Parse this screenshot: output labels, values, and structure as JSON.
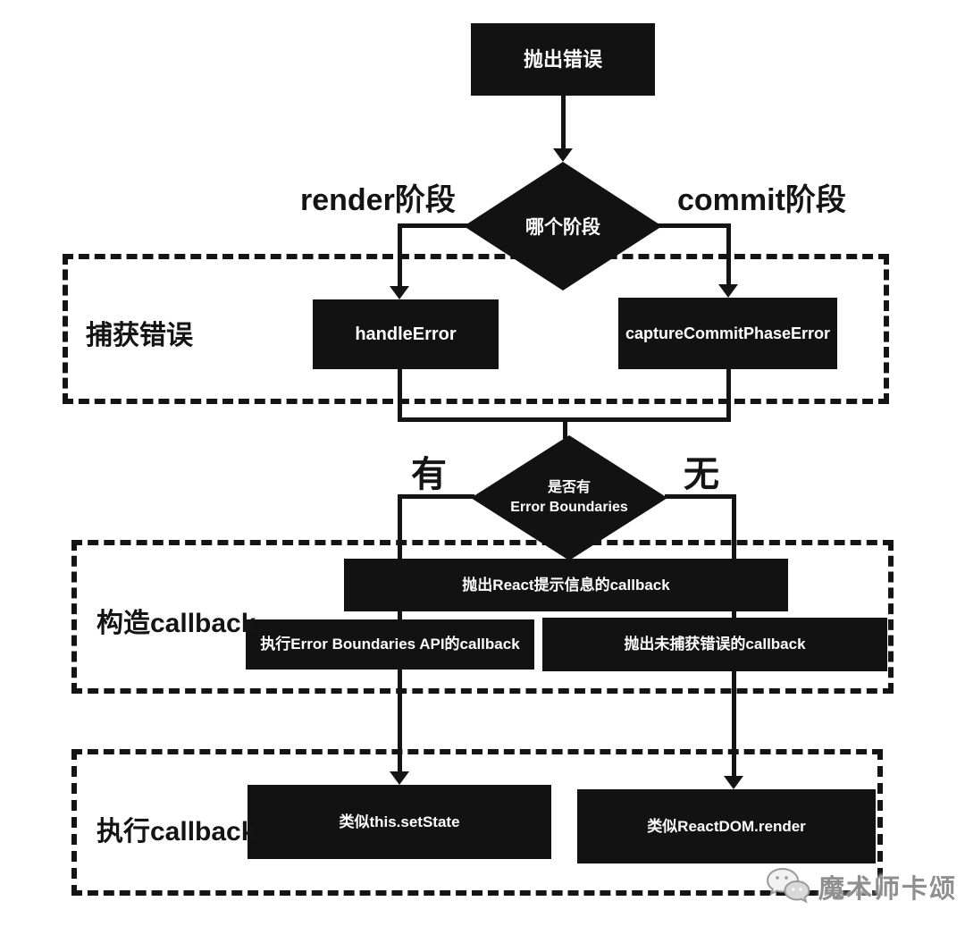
{
  "diagram": {
    "nodes": {
      "throw_error": "抛出错误",
      "which_phase": "哪个阶段",
      "handle_error": "handleError",
      "capture_commit_phase_error": "captureCommitPhaseError",
      "has_error_boundaries_line1": "是否有",
      "has_error_boundaries_line2": "Error Boundaries",
      "throw_react_hint_callback": "抛出React提示信息的callback",
      "exec_error_boundaries_callback": "执行Error Boundaries API的callback",
      "throw_uncaught_callback": "抛出未捕获错误的callback",
      "like_set_state": "类似this.setState",
      "like_reactdom_render": "类似ReactDOM.render"
    },
    "edge_labels": {
      "render_phase": "render阶段",
      "commit_phase": "commit阶段",
      "has_boundary": "有",
      "no_boundary": "无"
    },
    "groups": {
      "catch_error": "捕获错误",
      "build_callback": "构造callback",
      "run_callback": "执行callback"
    },
    "watermark": {
      "text": "魔术师卡颂",
      "icon": "wechat-icon"
    },
    "colors": {
      "node_background": "#121212",
      "node_text": "#ffffff",
      "line": "#141414",
      "background": "#ffffff",
      "watermark_text": "#8f8f8f"
    }
  }
}
